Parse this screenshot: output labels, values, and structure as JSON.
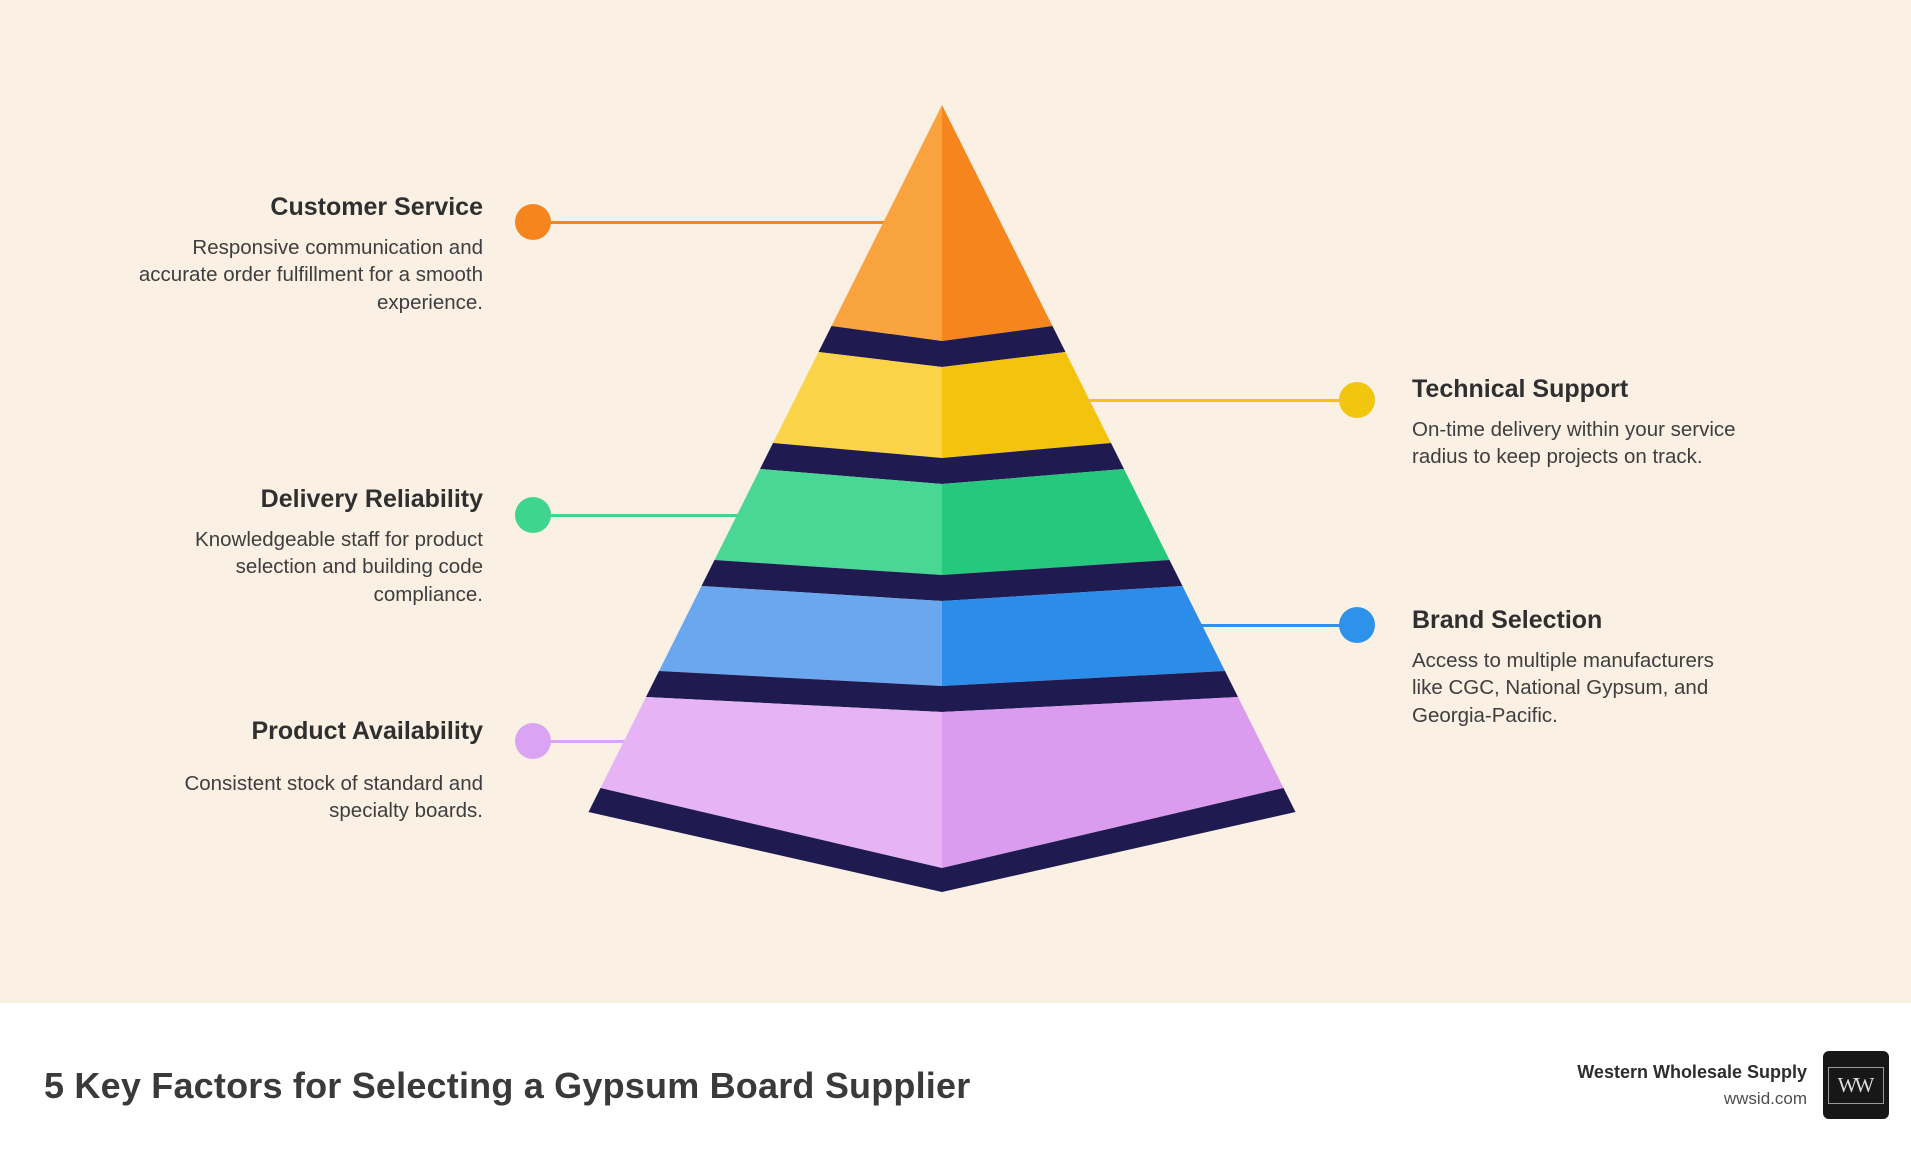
{
  "page": {
    "background": "#FAF0E3",
    "footer_background": "#FFFFFF"
  },
  "pyramid": {
    "divider_color": "#1F1B50",
    "levels": [
      {
        "left_color": "#F9A43F",
        "right_color": "#F5851C"
      },
      {
        "left_color": "#FBD348",
        "right_color": "#F4C30D"
      },
      {
        "left_color": "#4AD694",
        "right_color": "#26C87D"
      },
      {
        "left_color": "#6BA7EF",
        "right_color": "#2B8DE9"
      },
      {
        "left_color": "#E6B3F5",
        "right_color": "#DB9CF0"
      }
    ]
  },
  "callouts": [
    {
      "title": "Customer Service",
      "description": "Responsive communication and accurate order fulfillment for a smooth experience.",
      "color": "#F5851C",
      "side": "left"
    },
    {
      "title": "Technical Support",
      "description": "On-time delivery within your service radius to keep projects on track.",
      "color": "#F2C50E",
      "side": "right"
    },
    {
      "title": "Delivery Reliability",
      "description": "Knowledgeable staff for product selection and building code compliance.",
      "color": "#3ED58F",
      "side": "left"
    },
    {
      "title": "Brand Selection",
      "description": "Access to multiple manufacturers like CGC, National Gypsum, and Georgia-Pacific.",
      "color": "#2E92EB",
      "side": "right"
    },
    {
      "title": "Product Availability",
      "description": "Consistent stock of standard and specialty boards.",
      "color": "#DBA3F3",
      "side": "left"
    }
  ],
  "footer": {
    "title": "5 Key Factors for Selecting a Gypsum Board Supplier",
    "brand_name": "Western Wholesale Supply",
    "brand_url": "wwsid.com",
    "logo_monogram": "WW"
  }
}
